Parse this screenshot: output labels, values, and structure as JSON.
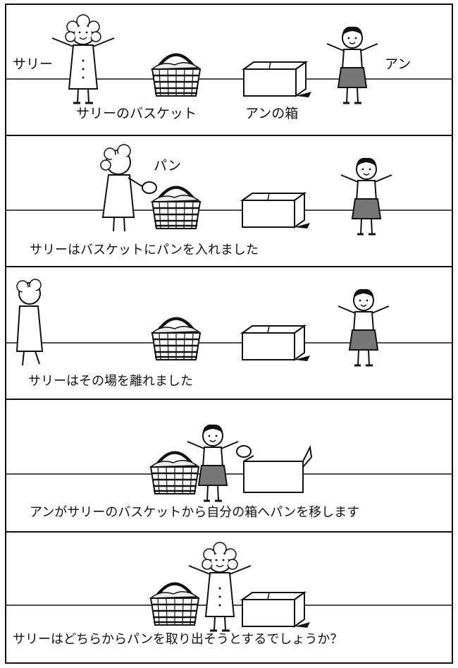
{
  "labels": {
    "sally": "サリー",
    "anne": "アン",
    "sally_basket": "サリーのバスケット",
    "anne_box": "アンの箱",
    "bread": "パン"
  },
  "captions": [
    "サリーはバスケットにパンを入れました",
    "サリーはその場を離れました",
    "アンがサリーのバスケットから自分の箱へパンを移します",
    "サリーはどちらからパンを取り出そうとするでしょうか？"
  ]
}
